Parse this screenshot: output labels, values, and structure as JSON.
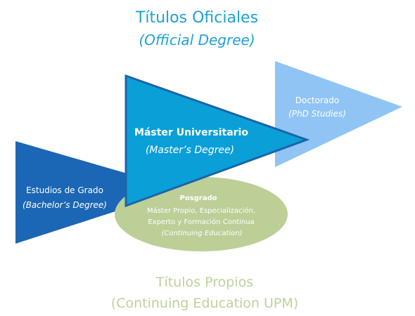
{
  "colors": {
    "blue_title": "#1da1d8",
    "green_title": "#bcd39a",
    "grado_fill": "#1b66b5",
    "master_fill": "#0b9fd8",
    "master_stroke": "#1c64a8",
    "doctorado_fill": "#8fc4f5",
    "posgrado_fill": "#bccf97",
    "white": "#ffffff"
  },
  "official": {
    "title": "Títulos Oficiales",
    "subtitle": "(Official Degree)"
  },
  "own_titles": {
    "title": "Títulos Propios",
    "subtitle": "(Continuing Education UPM)"
  },
  "grado": {
    "label": "Estudios de Grado",
    "sublabel": "(Bachelor’s Degree)"
  },
  "master": {
    "label": "Máster Universitario",
    "sublabel": "(Master’s Degree)"
  },
  "doctorado": {
    "label": "Doctorado",
    "sublabel": "(PhD Studies)"
  },
  "posgrado": {
    "label": "Posgrado",
    "line1": "Máster Propio, Especialización,",
    "line2": "Experto y Formación Continua",
    "sublabel": "(Continuing Education)"
  }
}
